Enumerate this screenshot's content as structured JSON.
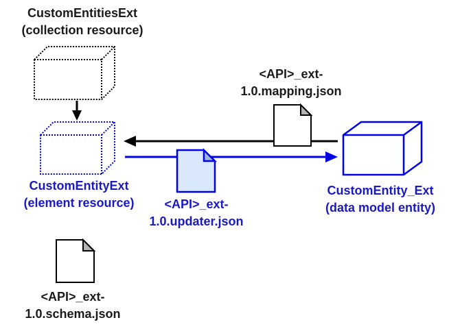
{
  "diagram": {
    "colors": {
      "background": "#ffffff",
      "black": "#000000",
      "text_black": "#1a1a1a",
      "blue_stroke": "#0000e8",
      "blue_text": "#1919c8",
      "doc_fill": "#ffffff",
      "doc_fill_blue": "#dae8fc",
      "fold_gray": "#b3b3b3",
      "fold_blue": "#9db3d7"
    },
    "nodes": {
      "collection": {
        "line1": "CustomEntitiesExt",
        "line2": "(collection resource)"
      },
      "element": {
        "line1": "CustomEntityExt",
        "line2": "(element resource)"
      },
      "data_model": {
        "line1": "CustomEntity_Ext",
        "line2": "(data model entity)"
      },
      "mapping_doc": {
        "line1": "<API>_ext-",
        "line2": "1.0.mapping.json"
      },
      "updater_doc": {
        "line1": "<API>_ext-",
        "line2": "1.0.updater.json"
      },
      "schema_doc": {
        "line1": "<API>_ext-",
        "line2": "1.0.schema.json"
      }
    }
  }
}
